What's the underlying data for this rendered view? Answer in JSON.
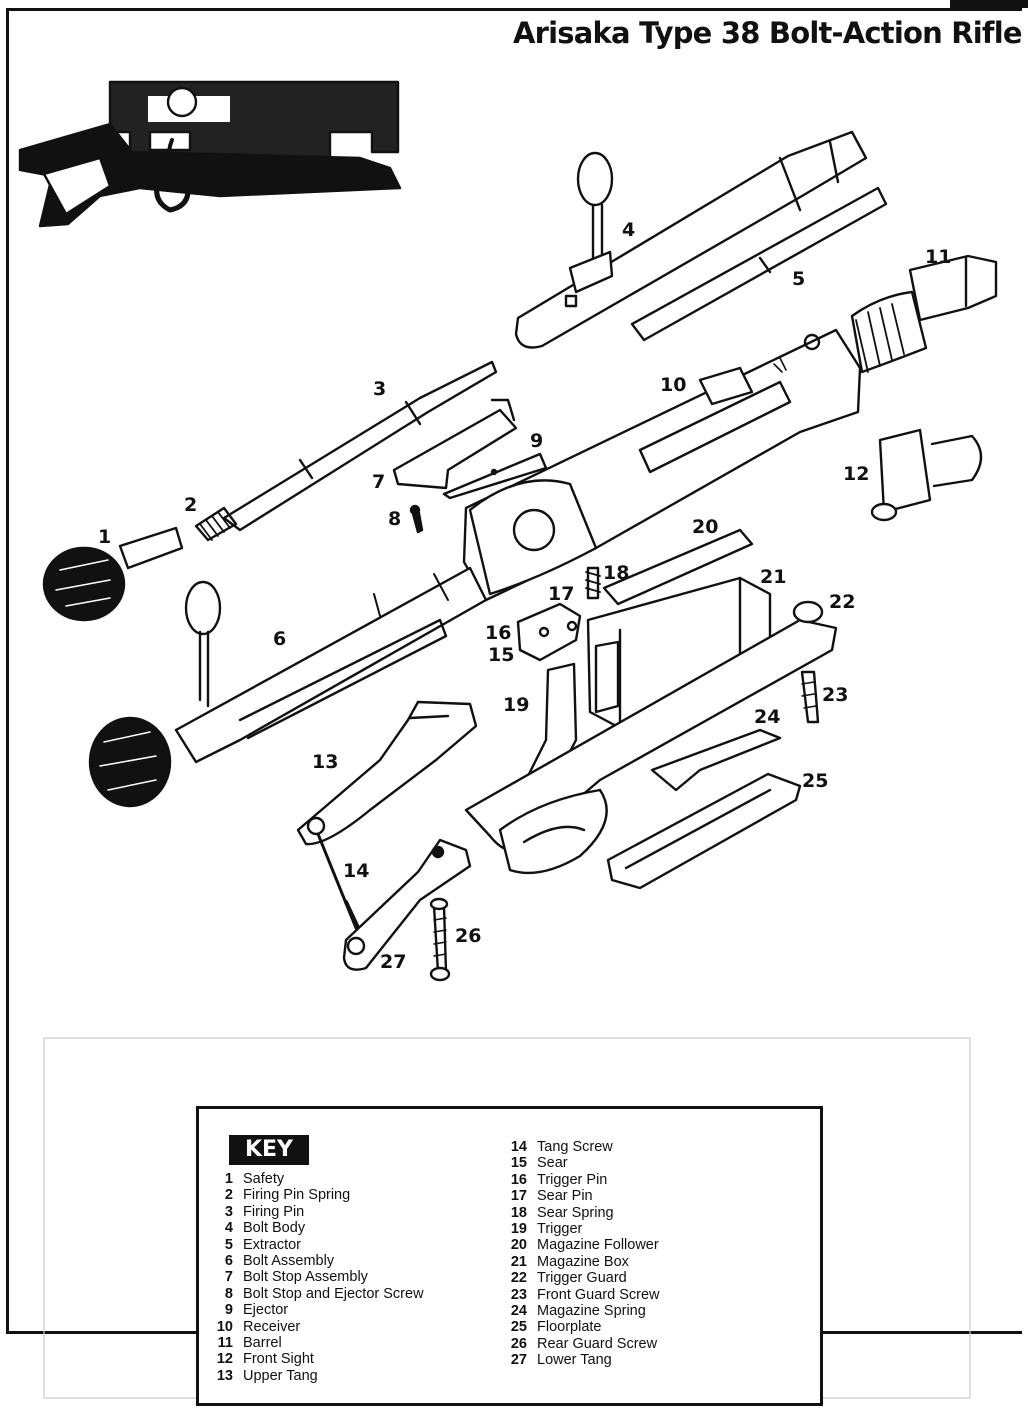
{
  "title": "Arisaka Type 38 Bolt-Action Rifle",
  "callouts": {
    "c1": "1",
    "c2": "2",
    "c3": "3",
    "c4": "4",
    "c5": "5",
    "c6": "6",
    "c7": "7",
    "c8": "8",
    "c9": "9",
    "c10": "10",
    "c11": "11",
    "c12": "12",
    "c13": "13",
    "c14": "14",
    "c15": "15",
    "c16": "16",
    "c17": "17",
    "c18": "18",
    "c19": "19",
    "c20": "20",
    "c21": "21",
    "c22": "22",
    "c23": "23",
    "c24": "24",
    "c25": "25",
    "c26": "26",
    "c27": "27"
  },
  "key": {
    "heading": "KEY",
    "items": [
      {
        "num": "1",
        "label": "Safety"
      },
      {
        "num": "2",
        "label": "Firing Pin Spring"
      },
      {
        "num": "3",
        "label": "Firing Pin"
      },
      {
        "num": "4",
        "label": "Bolt Body"
      },
      {
        "num": "5",
        "label": "Extractor"
      },
      {
        "num": "6",
        "label": "Bolt Assembly"
      },
      {
        "num": "7",
        "label": "Bolt Stop Assembly"
      },
      {
        "num": "8",
        "label": "Bolt Stop and Ejector Screw"
      },
      {
        "num": "9",
        "label": "Ejector"
      },
      {
        "num": "10",
        "label": "Receiver"
      },
      {
        "num": "11",
        "label": "Barrel"
      },
      {
        "num": "12",
        "label": "Front Sight"
      },
      {
        "num": "13",
        "label": "Upper Tang"
      },
      {
        "num": "14",
        "label": "Tang Screw"
      },
      {
        "num": "15",
        "label": "Sear"
      },
      {
        "num": "16",
        "label": "Trigger Pin"
      },
      {
        "num": "17",
        "label": "Sear Pin"
      },
      {
        "num": "18",
        "label": "Sear Spring"
      },
      {
        "num": "19",
        "label": "Trigger"
      },
      {
        "num": "20",
        "label": "Magazine Follower"
      },
      {
        "num": "21",
        "label": "Magazine Box"
      },
      {
        "num": "22",
        "label": "Trigger Guard"
      },
      {
        "num": "23",
        "label": "Front Guard Screw"
      },
      {
        "num": "24",
        "label": "Magazine Spring"
      },
      {
        "num": "25",
        "label": "Floorplate"
      },
      {
        "num": "26",
        "label": "Rear Guard Screw"
      },
      {
        "num": "27",
        "label": "Lower Tang"
      }
    ]
  }
}
